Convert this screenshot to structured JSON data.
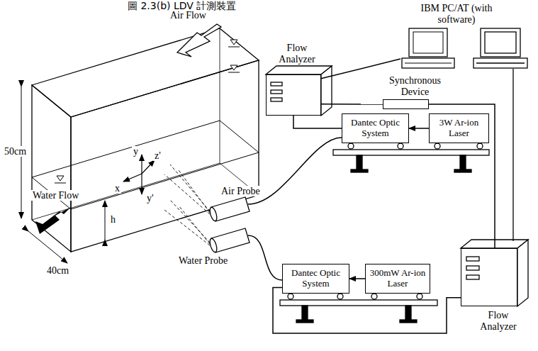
{
  "diagram": {
    "caption": "圖 2.3(b) LDV 計測裝置",
    "nodes": [
      {
        "text": [
          "Flow Analyzer"
        ]
      },
      {
        "text": [
          "IBM PC/AT (with software)"
        ]
      },
      {
        "text": [
          "Synchronous Device"
        ]
      },
      {
        "text": [
          "Dantec Optic System"
        ]
      },
      {
        "text": [
          "3W Ar-ion Laser"
        ]
      },
      {
        "text": [
          "Dantec Optic System"
        ]
      },
      {
        "text": [
          "300mW Ar-ion Laser"
        ]
      },
      {
        "text": [
          "Flow Analyzer"
        ]
      }
    ],
    "edges": [
      {
        "from": 0,
        "to": 1,
        "arrow": "none"
      },
      {
        "from": 0,
        "to": 2,
        "arrow": "none"
      },
      {
        "from": 0,
        "to": 3,
        "arrow": "none"
      },
      {
        "from": 2,
        "to": 7,
        "arrow": "none"
      },
      {
        "from": 4,
        "to": 3,
        "arrow": "to"
      },
      {
        "from": 6,
        "to": 5,
        "arrow": "to"
      },
      {
        "from": 5,
        "to": 7,
        "arrow": "none"
      }
    ],
    "labels": [
      "Air Flow",
      "50cm",
      "Air Probe",
      "Water Flow",
      "z'",
      "y",
      "x",
      "y'",
      "Water Probe",
      "h",
      "40cm"
    ]
  }
}
